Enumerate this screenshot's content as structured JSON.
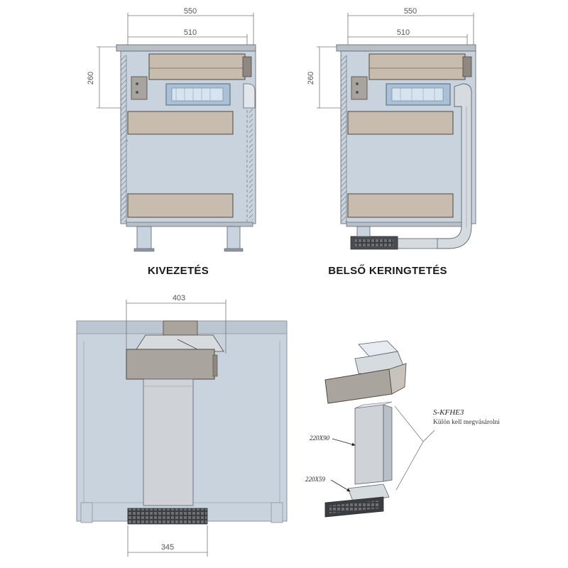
{
  "dimensions": {
    "left_width_outer": "550",
    "left_width_inner": "510",
    "left_height": "260",
    "right_width_outer": "550",
    "right_width_inner": "510",
    "right_height": "260",
    "front_top_width": "403",
    "front_bottom_width": "345"
  },
  "captions": {
    "left": "KIVEZETÉS",
    "right": "BELSŐ KERINGTETÉS"
  },
  "callout": {
    "code": "S-KFHE3",
    "note": "Külön kell megvásárolni",
    "duct_upper": "220X90",
    "duct_lower": "220X59"
  },
  "colors": {
    "line": "#5a6470",
    "cabinet_fill": "#c9d3de",
    "shelf_fill": "#c7bcae",
    "panel_fill": "#a9a49d",
    "duct_fill": "#cfd3d8"
  }
}
